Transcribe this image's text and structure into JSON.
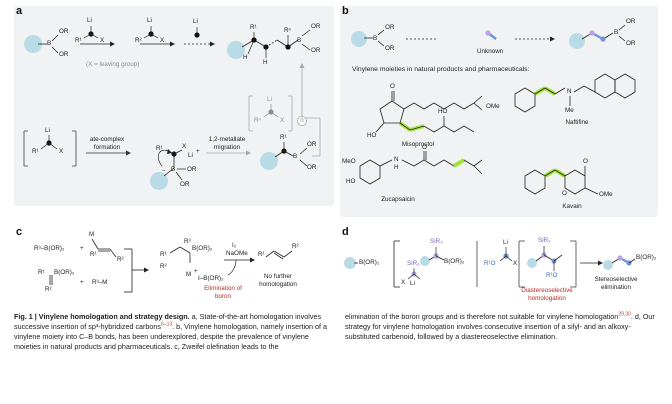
{
  "panels": {
    "a": {
      "label": "a",
      "leaving_group_note": "(X = leaving group)",
      "boronate_top": {
        "or1": "OR",
        "b": "B",
        "or2": "OR"
      },
      "carbenoid_1": {
        "li": "Li",
        "r": "R¹",
        "x": "X"
      },
      "carbenoid_2": {
        "li": "Li",
        "r": "R²",
        "x": "X"
      },
      "carbenoid_3": {
        "li": "Li"
      },
      "product": {
        "rn": "Rⁿ",
        "r1": "R¹",
        "h1": "H",
        "h2": "H",
        "b": "B",
        "or1": "OR",
        "or2": "OR"
      },
      "repeat_carbenoid": {
        "li": "Li",
        "rn": "Rⁿ",
        "x": "X"
      },
      "repeat_number": "n",
      "lower_carbenoid": {
        "li": "Li",
        "r1": "R¹",
        "x": "X"
      },
      "step1": "ate-complex\nformation",
      "step2": "1,2-metallate\nmigration",
      "ate": {
        "r1": "R¹",
        "x": "X",
        "li": "Li",
        "plus": "+",
        "minus": "−",
        "b": "B",
        "or1": "OR",
        "or2": "OR"
      },
      "migrated": {
        "r1": "R¹",
        "b": "B",
        "or1": "OR",
        "or2": "OR"
      }
    },
    "b": {
      "label": "b",
      "boronate_left": {
        "b": "B",
        "or1": "OR",
        "or2": "OR"
      },
      "boronate_right": {
        "b": "B",
        "or1": "OR",
        "or2": "OR"
      },
      "unknown": "Unknown",
      "subtitle": "Vinylene moieties in natural products and pharmaceuticals:",
      "compounds": [
        "Misoprostol",
        "Naftifine",
        "Zucapsaicin",
        "Kavain"
      ],
      "atoms": {
        "o": "O",
        "ome": "OMe",
        "ho": "HO",
        "n": "N",
        "me": "Me",
        "meo": "MeO",
        "h": "H",
        "nh": "N"
      }
    },
    "c": {
      "label": "c",
      "r3b": "R³–B(OR)₂",
      "plus1": "+",
      "m_top": "M",
      "r1": "R¹",
      "r2": "R²",
      "vinyl_b": "B(OR)₂",
      "plus2": "+",
      "r3m": "R³–M",
      "ate": {
        "r3": "R³",
        "b": "B(OR)₂",
        "r1": "R¹",
        "r2": "R²",
        "m": "M",
        "plus": "+"
      },
      "reagents": [
        "I₂",
        "NaOMe"
      ],
      "ib": "I–B(OR)₂",
      "elim": "Elimination of\nboron",
      "nofurther": "No further\nhomologation",
      "prod": {
        "r1": "R¹",
        "r2": "R²"
      }
    },
    "d": {
      "label": "d",
      "start_b": "B(OR)₂",
      "sir3": "SiR₃",
      "li": "Li",
      "x": "X",
      "inter_b": "B(OR)₂",
      "r1o": "R¹O",
      "r1o_li": "R¹O",
      "x2": "X",
      "sir3_2": "SiR₃",
      "r1o_2": "R¹O",
      "diastereo": "Diastereoselective\nhomologation",
      "stereo": "Stereoselective\nelimination",
      "final_b": "B(OR)₂"
    }
  },
  "caption": {
    "fig_label": "Fig. 1 | Vinylene homologation and strategy design.",
    "left_text_1": " a, State-of-the-art homologation involves successive insertion of sp³-hybridized carbons",
    "ref_1": "6–13",
    "left_text_2": ". b, Vinylene homologation, namely insertion of a vinylene moiety into C–B bonds, has been underexplored, despite the prevalence of vinylene moieties in natural products and pharmaceuticals. c, Zweifel olefination leads to the",
    "right_text_1": "elimination of the boron groups and is therefore not suitable for vinylene homologation",
    "ref_2": "29,30",
    "right_text_2": ". d, Our strategy for vinylene homologation involves consecutive insertion of a silyl- and an alkoxy-substituted carbenoid, followed by a diastereoselective elimination."
  },
  "colors": {
    "panel_bg": "#f1f2f3",
    "boron_blob": "#b9dbe6",
    "vinylene_highlight": "#a6e33c",
    "silyl_purple": "#b9a3e6",
    "alkoxy_blue": "#6f95db",
    "text_red": "#b52d24",
    "arrow_gray": "#a7a7a7"
  }
}
